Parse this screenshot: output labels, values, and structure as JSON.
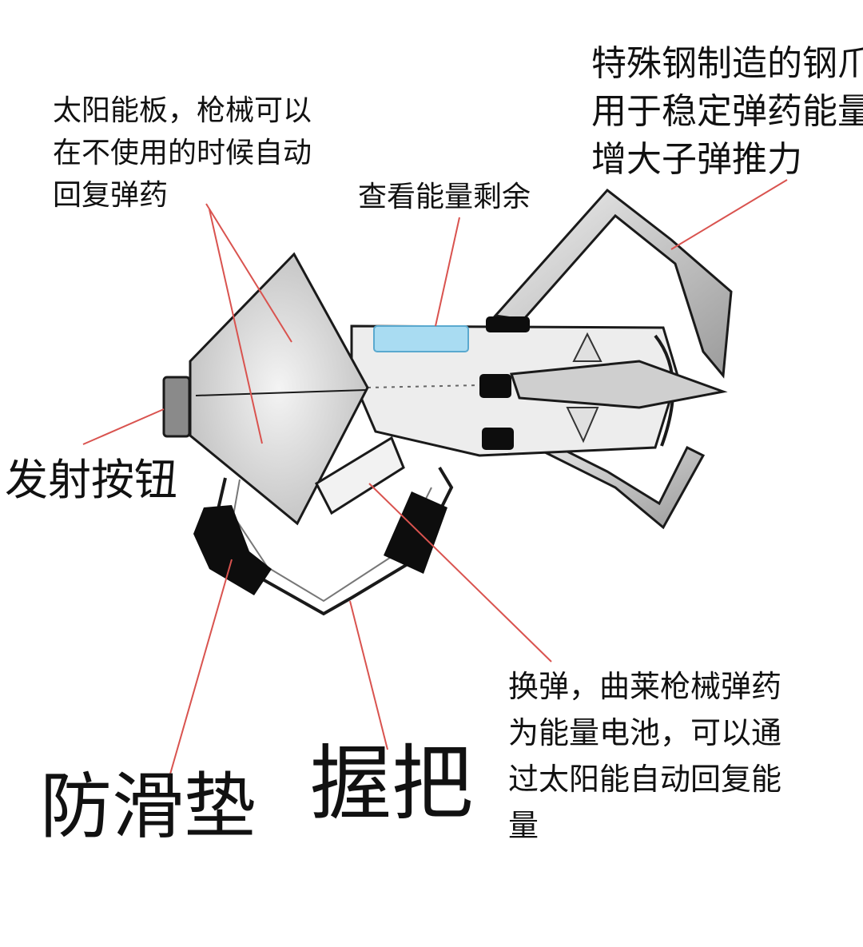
{
  "labels": {
    "solar_panel": [
      "太阳能板，枪械可以",
      "在不使用的时候自动",
      "回复弹药"
    ],
    "steel_frame": [
      "特殊钢制造的钢爪",
      "用于稳定弹药能量",
      "增大子弹推力"
    ],
    "energy_gauge": "查看能量剩余",
    "fire_button": "发射按钮",
    "reload": [
      "换弹，曲莱枪械弹药",
      "为能量电池，可以通",
      "过太阳能自动回复能",
      "量"
    ],
    "anti_slip_pad": "防滑垫",
    "grip": "握把"
  },
  "colors": {
    "leader_line": "#d9534f",
    "outline": "#1a1a1a",
    "panel_fill": "#d6d6d6",
    "body_fill": "#eeeeee",
    "gauge_fill": "#a9dcf2",
    "pad_fill": "#0d0d0d"
  }
}
